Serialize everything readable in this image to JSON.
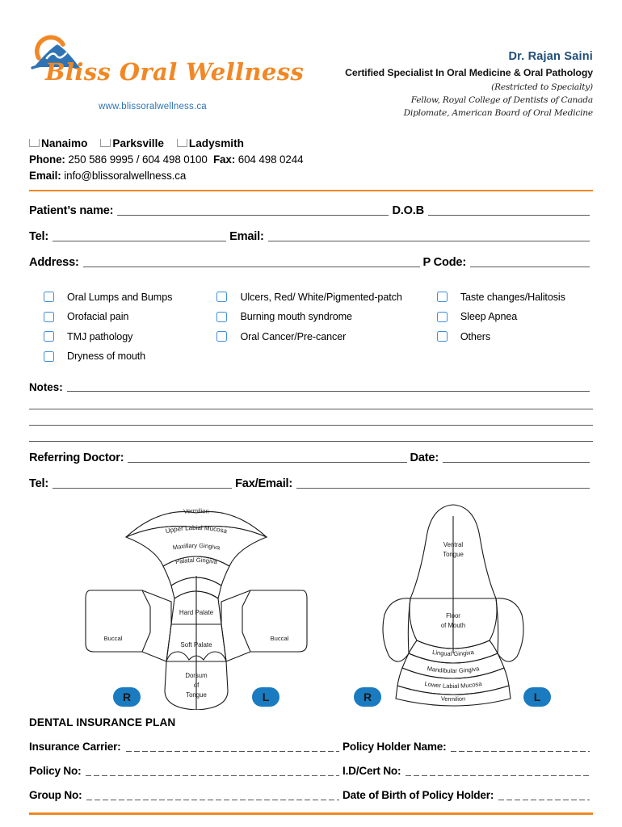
{
  "clinic": {
    "name": "Bliss Oral Wellness",
    "website": "www.blissoralwellness.ca",
    "logo_icon": "mountain-sun-logo",
    "brand_orange": "#F18825",
    "brand_blue": "#1A7BC0"
  },
  "doctor": {
    "name": "Dr. Rajan Saini",
    "title": "Certified Specialist In Oral Medicine & Oral Pathology",
    "restriction": "(Restricted to Specialty)",
    "fellow": "Fellow, Royal College of Dentists of Canada",
    "diplomate": "Diplomate, American Board of Oral Medicine"
  },
  "locations": [
    {
      "label": "Nanaimo"
    },
    {
      "label": "Parksville"
    },
    {
      "label": "Ladysmith"
    }
  ],
  "contact": {
    "phone_label": "Phone:",
    "phone_value": "250 586 9995 / 604 498 0100",
    "fax_label": "Fax:",
    "fax_value": "604 498 0244",
    "email_label": "Email:",
    "email_value": "info@blissoralwellness.ca"
  },
  "patient": {
    "name_label": "Patient’s name:",
    "dob_label": "D.O.B",
    "tel_label": "Tel:",
    "email_label": "Email:",
    "address_label": "Address:",
    "pcode_label": "P Code:"
  },
  "conditions": {
    "column1": [
      "Oral Lumps and Bumps",
      "Orofacial pain",
      "TMJ pathology",
      "Dryness of mouth"
    ],
    "column2": [
      "Ulcers, Red/ White/Pigmented-patch",
      "Burning mouth syndrome",
      "Oral Cancer/Pre-cancer"
    ],
    "column3": [
      "Taste changes/Halitosis",
      "Sleep Apnea",
      "Others"
    ]
  },
  "notes": {
    "label": "Notes:",
    "blank_lines": 3
  },
  "referring": {
    "doctor_label": "Referring Doctor:",
    "date_label": "Date:",
    "tel_label": "Tel:",
    "fax_email_label": "Fax/Email:"
  },
  "diagram_left": {
    "title": "maxillary-oral-diagram",
    "regions": [
      "Vermilion",
      "Upper Labial Mucosa",
      "Maxillary Gingiva",
      "Palatal Gingiva",
      "Hard Palate",
      "Soft Palate",
      "Buccal",
      "Buccal",
      "Dorsum of Tongue"
    ],
    "labels": {
      "vermilion": "Vermilion",
      "upper_labial_mucosa": "Upper Labial Mucosa",
      "maxillary_gingiva": "Maxillary Gingiva",
      "palatal_gingiva": "Palatal Gingiva",
      "hard_palate": "Hard Palate",
      "soft_palate": "Soft Palate",
      "buccal_right": "Buccal",
      "buccal_left": "Buccal",
      "dorsum_line1": "Dorsum",
      "dorsum_line2": "of",
      "dorsum_line3": "Tongue"
    },
    "side_right": "R",
    "side_left": "L"
  },
  "diagram_right": {
    "title": "mandibular-oral-diagram",
    "regions": [
      "Ventral Tongue",
      "Floor of Mouth",
      "Lingual Gingiva",
      "Mandibular Gingiva",
      "Lower Labial Mucosa",
      "Vermilion"
    ],
    "labels": {
      "ventral_line1": "Ventral",
      "ventral_line2": "Tongue",
      "floor_line1": "Floor",
      "floor_line2": "of Mouth",
      "lingual_gingiva": "Lingual Gingiva",
      "mandibular_gingiva": "Mandibular Gingiva",
      "lower_labial_mucosa": "Lower Labial Mucosa",
      "vermilion": "Vermilion"
    },
    "side_right": "R",
    "side_left": "L"
  },
  "insurance": {
    "title": "DENTAL INSURANCE PLAN",
    "carrier_label": "Insurance Carrier:",
    "policy_holder_label": "Policy Holder Name:",
    "policy_no_label": "Policy No:",
    "id_cert_label": "I.D/Cert No:",
    "group_no_label": "Group No:",
    "dob_holder_label": "Date of Birth of Policy Holder:"
  }
}
